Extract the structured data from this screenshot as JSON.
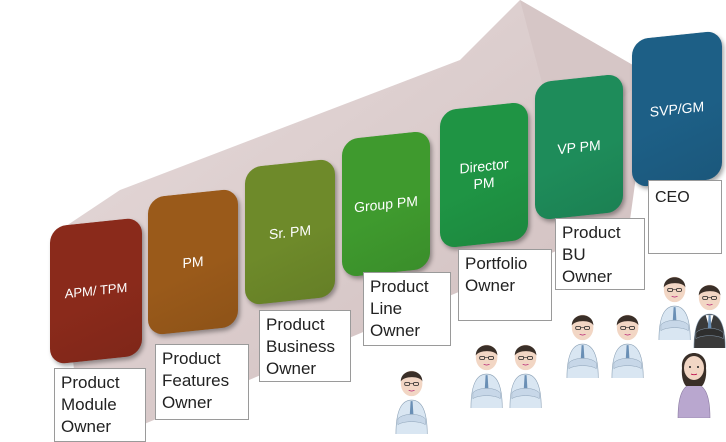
{
  "levels": [
    {
      "label": "APM/ TPM",
      "color": "#8a2a1b"
    },
    {
      "label": "PM",
      "color": "#9a5a1a"
    },
    {
      "label": "Sr. PM",
      "color": "#6e8a2a"
    },
    {
      "label": "Group PM",
      "color": "#3f9a2e"
    },
    {
      "label": "Director\nPM",
      "color": "#1f9444"
    },
    {
      "label": "VP PM",
      "color": "#1e8c5a"
    },
    {
      "label": "SVP/GM",
      "color": "#1d5f86"
    }
  ],
  "roles": [
    "Product\nModule\nOwner",
    "Product\nFeatures\nOwner",
    "Product\nBusiness\nOwner",
    "Product\nLine\nOwner",
    "Portfolio\nOwner",
    "Product\nBU\nOwner",
    "CEO"
  ],
  "colors": {
    "arrow_fill": "#d9c9c9",
    "arrow_edge": "#c9b4b4",
    "shirt": "#d9e6f2",
    "tie": "#6a8fb5",
    "skin": "#f2d6c4",
    "hair": "#3a2f28",
    "suit": "#3a3a3a",
    "female_top": "#b9a7cf"
  }
}
